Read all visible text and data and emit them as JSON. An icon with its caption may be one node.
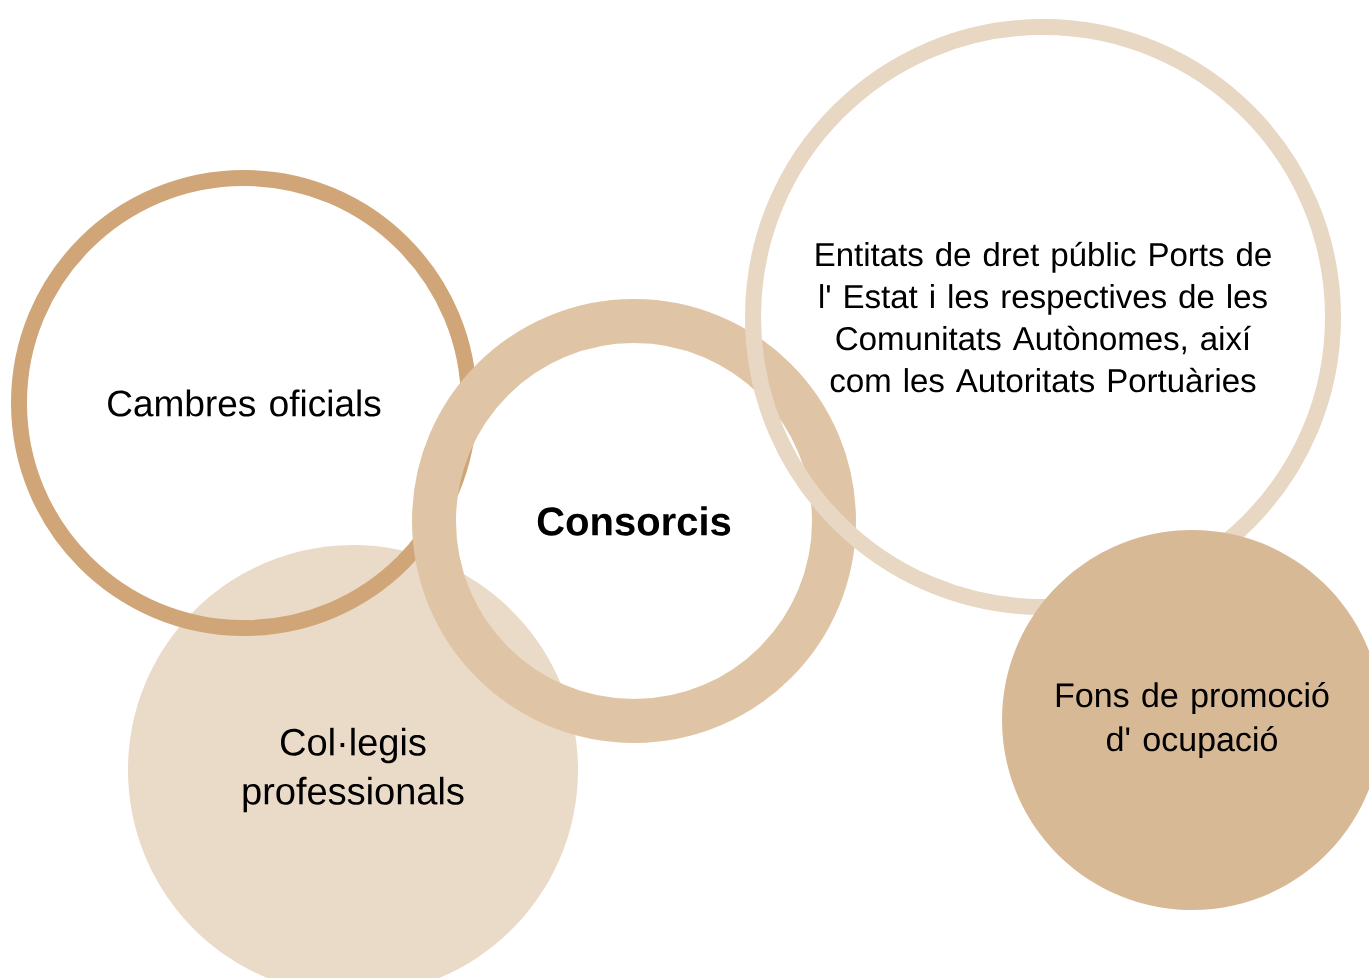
{
  "diagram": {
    "nodes": [
      {
        "text": [
          "Col·legis professionals"
        ]
      },
      {
        "text": [
          "Cambres oficials"
        ]
      },
      {
        "text": [
          "Consorcis"
        ]
      },
      {
        "text": [
          "Entitats de dret públic Ports de l' Estat i les respectives de les Comunitats Autònomes, així com les Autoritats Portuàries"
        ]
      },
      {
        "text": [
          "Fons de promoció d' ocupació"
        ]
      }
    ]
  }
}
